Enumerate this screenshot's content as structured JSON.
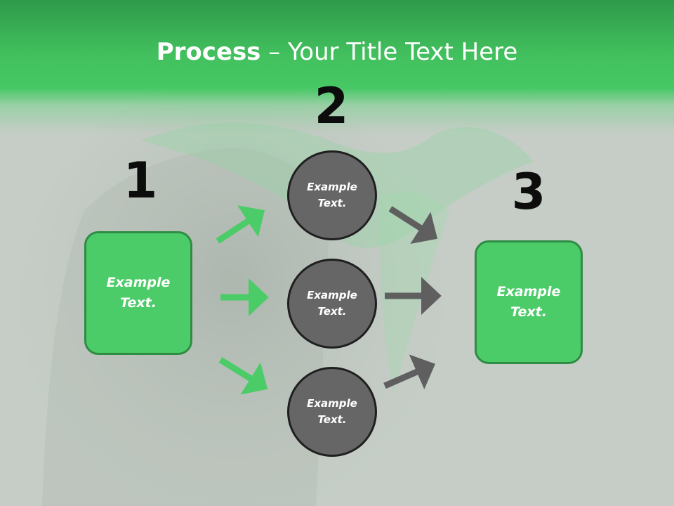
{
  "slide": {
    "title_bold": "Process",
    "title_rest": " – Your Title Text Here",
    "colors": {
      "header_green": "#46c864",
      "box_green": "#4ccc68",
      "box_border": "#2f8c45",
      "circle_gray": "#666666",
      "arrow_green": "#4ccc68",
      "arrow_gray": "#5f5f5f",
      "background": "#c5cdc6"
    }
  },
  "steps": {
    "step1": {
      "number": "1",
      "label": "Example Text."
    },
    "step2": {
      "number": "2",
      "items": [
        {
          "label": "Example Text."
        },
        {
          "label": "Example Text."
        },
        {
          "label": "Example Text."
        }
      ]
    },
    "step3": {
      "number": "3",
      "label": "Example Text."
    }
  }
}
